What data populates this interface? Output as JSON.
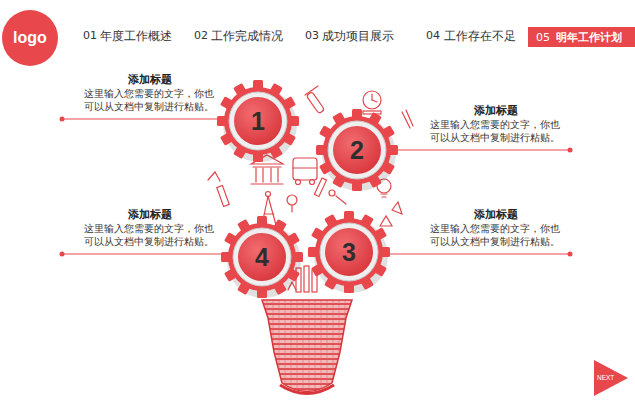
{
  "diagram": {
    "nodes": [
      {
        "text": [
          "logo"
        ]
      },
      {
        "text": [
          "05",
          "明年工作计划"
        ]
      },
      {
        "text": [
          "添加标题",
          "这里输入您需要的文字，你也可以从文档中复制进行粘贴。"
        ]
      },
      {
        "text": [
          "1"
        ]
      },
      {
        "text": [
          "2"
        ]
      },
      {
        "text": [
          "添加标题",
          "这里输入您需要的文字，你也可以从文档中复制进行粘贴。"
        ]
      },
      {
        "text": [
          "添加标题",
          "这里输入您需要的文字，你也可以从文档中复制进行粘贴。"
        ]
      },
      {
        "text": [
          "4"
        ]
      },
      {
        "text": [
          "3"
        ]
      },
      {
        "text": [
          "添加标题",
          "这里输入您需要的文字，你也可以从文档中复制进行粘贴。"
        ]
      },
      {
        "text": [
          "NEXT"
        ]
      }
    ],
    "edges": [
      {
        "from": 3,
        "to": 2,
        "arrow": "none"
      },
      {
        "from": 4,
        "to": 5,
        "arrow": "none"
      },
      {
        "from": 7,
        "to": 6,
        "arrow": "none"
      },
      {
        "from": 8,
        "to": 9,
        "arrow": "none"
      }
    ],
    "labels": [
      "01",
      "年度工作概述",
      "02",
      "工作完成情况",
      "03",
      "成功项目展示",
      "04",
      "工作存在不足"
    ]
  }
}
